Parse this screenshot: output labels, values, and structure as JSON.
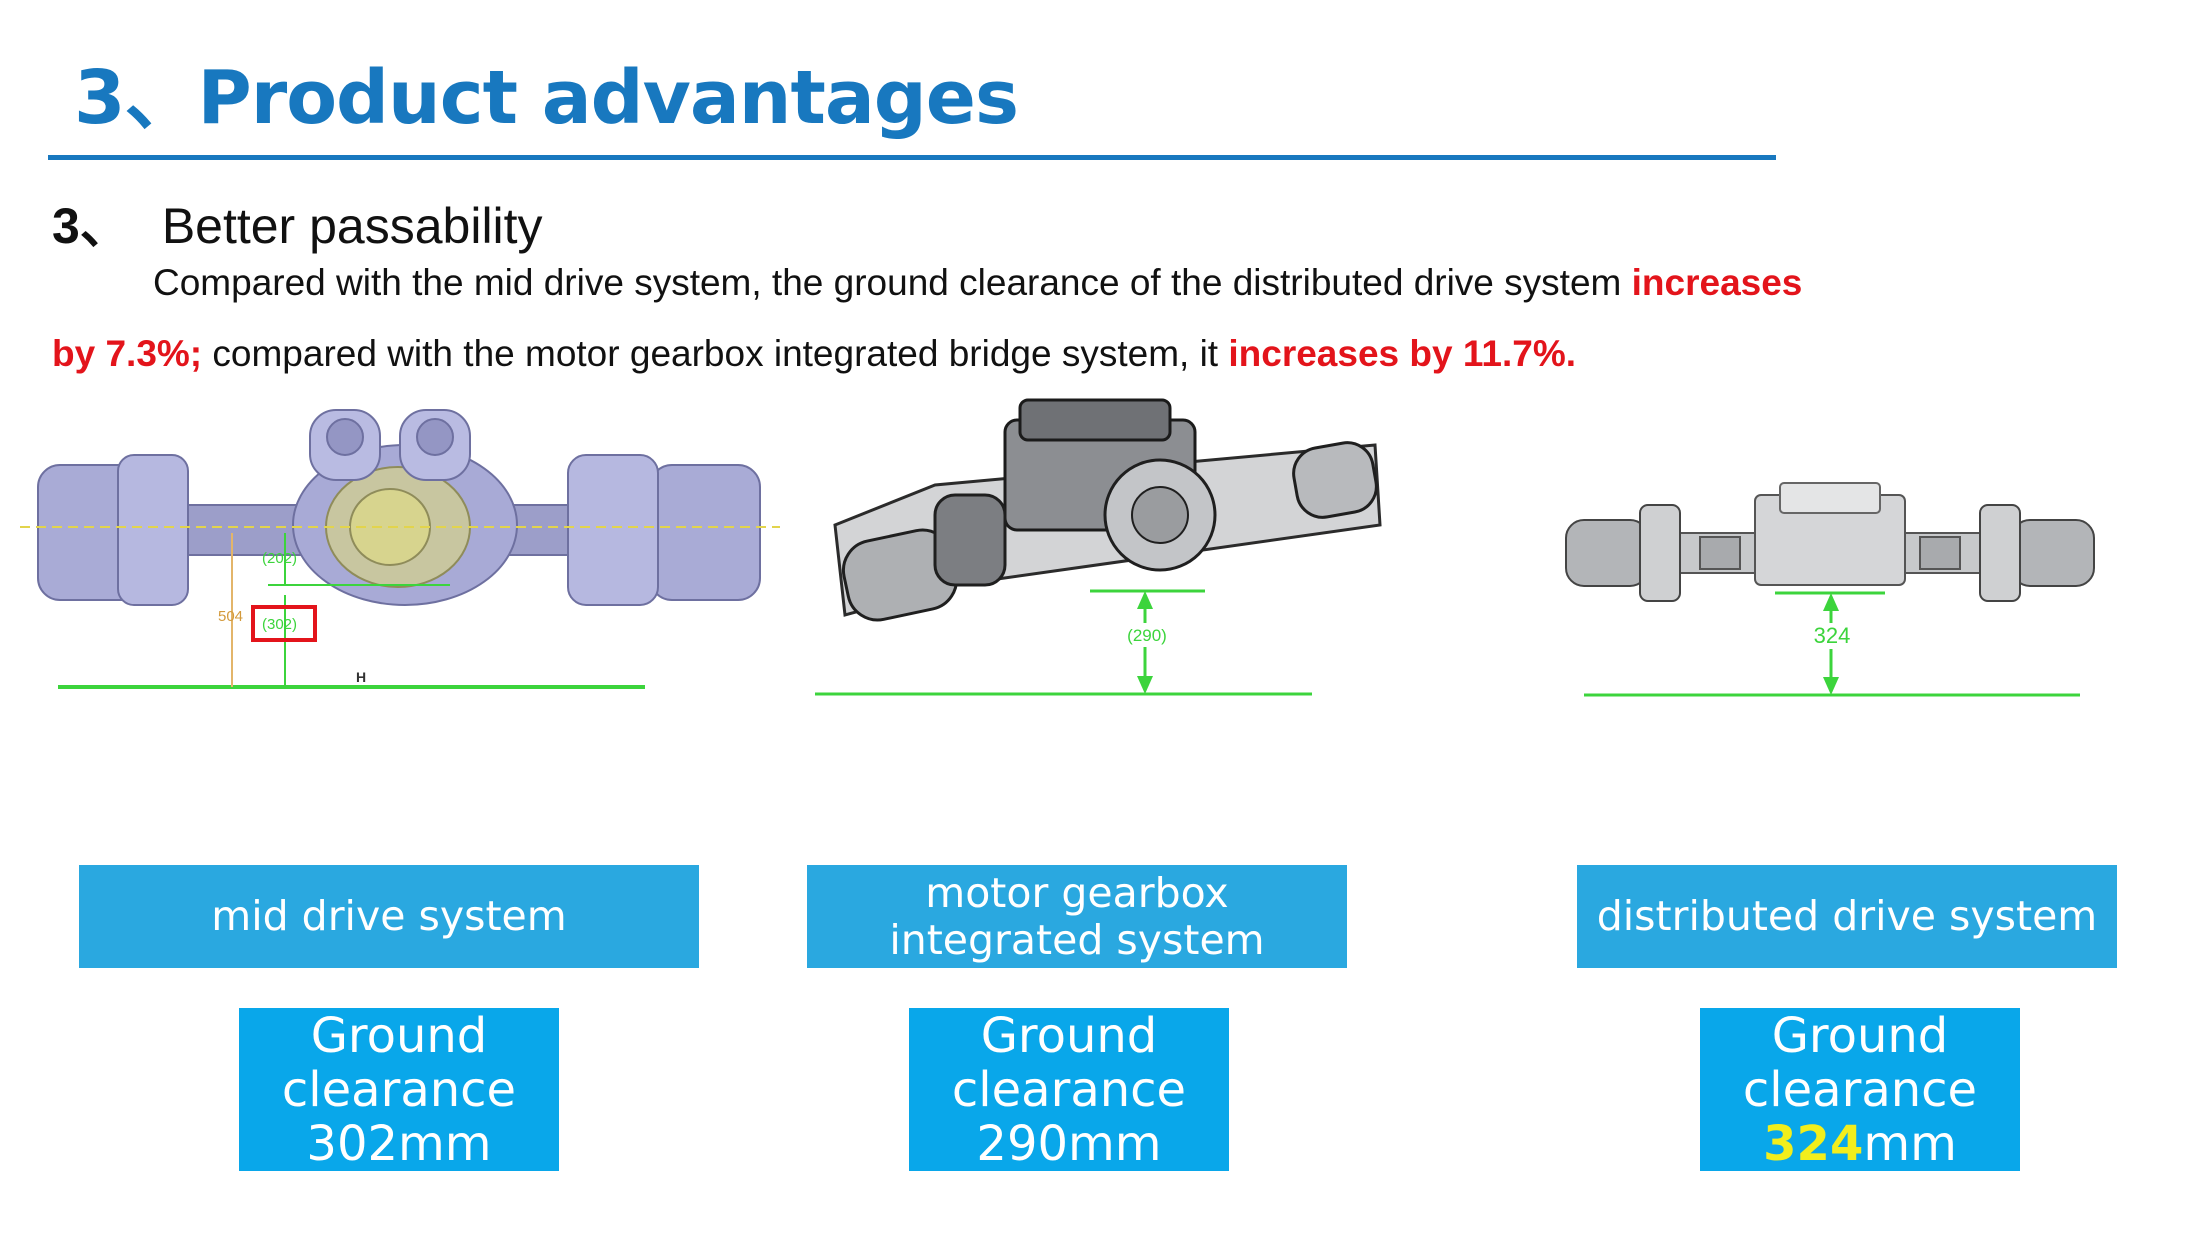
{
  "page": {
    "title": "3、Product advantages",
    "subheading_number": "3、",
    "subheading_text": "Better passability",
    "para_line1_normal": "Compared with the mid drive system, the ground clearance of the distributed drive system ",
    "para_line1_red": "increases",
    "para_line2_red1": "by 7.3%;",
    "para_line2_normal": " compared with the motor gearbox integrated bridge system, it ",
    "para_line2_red2": "increases by 11.7%."
  },
  "figures": {
    "mid": {
      "dim_total": "504",
      "dim_inner": "(202)",
      "dim_clearance": "(302)",
      "mark": "H"
    },
    "motor": {
      "dim_clearance": "(290)"
    },
    "distributed": {
      "dim_clearance": "324"
    }
  },
  "systems": [
    {
      "label": "mid drive system",
      "gc_line1": "Ground",
      "gc_line2": "clearance",
      "gc_value": "302mm"
    },
    {
      "label_line1": "motor gearbox",
      "label_line2": "integrated system",
      "gc_line1": "Ground",
      "gc_line2": "clearance",
      "gc_value": "290mm"
    },
    {
      "label": "distributed drive system",
      "gc_line1": "Ground",
      "gc_line2": "clearance",
      "gc_value_highlight": "324",
      "gc_value_unit": "mm"
    }
  ],
  "colors": {
    "title_blue": "#1878bf",
    "emphasis_red": "#e3141b",
    "label_box": "#2aa8e0",
    "clearance_box": "#09a7ea",
    "highlight_yellow": "#f2ee1c",
    "dimension_green": "#3cd43c"
  }
}
